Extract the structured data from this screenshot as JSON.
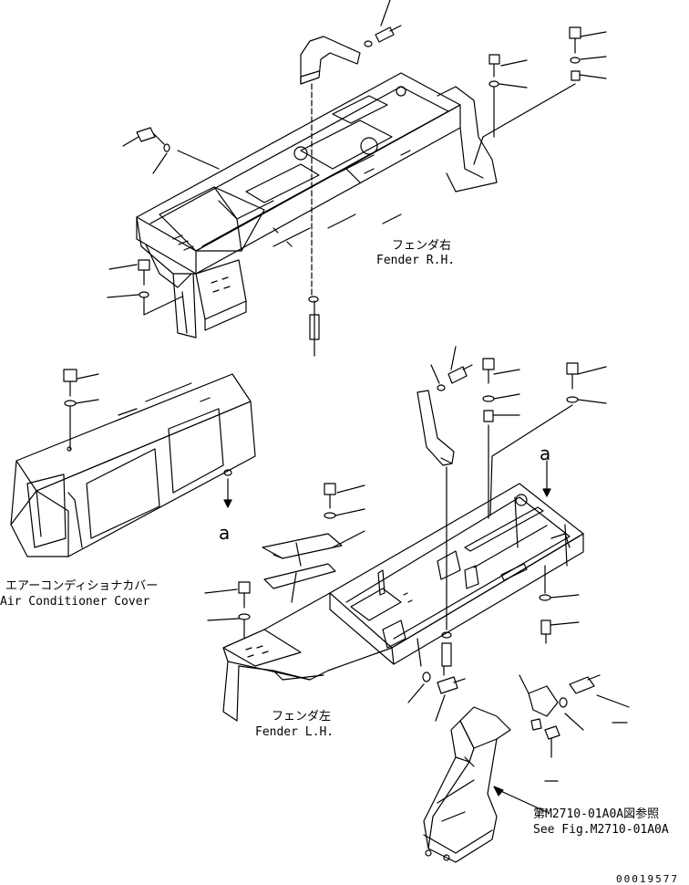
{
  "labels": {
    "fender_rh_jp": "フェンダ右",
    "fender_rh_en": "Fender R.H.",
    "fender_lh_jp": "フェンダ左",
    "fender_lh_en": "Fender L.H.",
    "ac_cover_jp": "エアーコンディショナカバー",
    "ac_cover_en": "Air Conditioner Cover",
    "ref_jp": "第M2710-01A0A図参照",
    "ref_en": "See Fig.M2710-01A0A",
    "view_mark_1": "a",
    "view_mark_2": "a",
    "drawing_number": "00019577"
  }
}
